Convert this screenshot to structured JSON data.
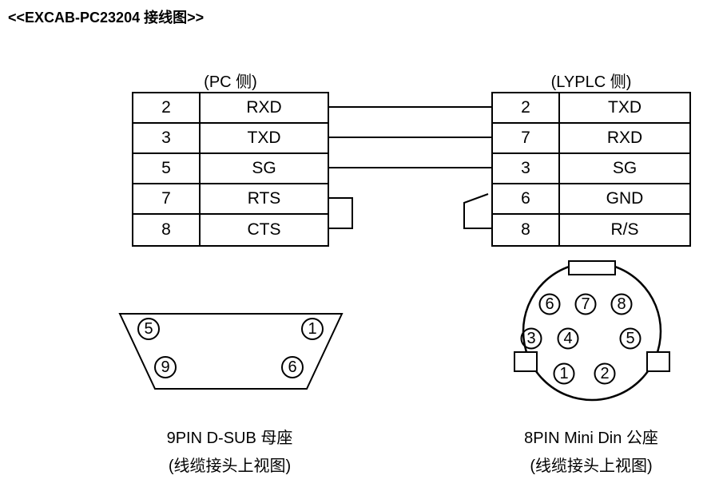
{
  "page": {
    "title": "<<EXCAB-PC23204 接线图>>"
  },
  "pc_side": {
    "header": "(PC 侧)",
    "rows": [
      {
        "pin": "2",
        "signal": "RXD"
      },
      {
        "pin": "3",
        "signal": "TXD"
      },
      {
        "pin": "5",
        "signal": "SG"
      },
      {
        "pin": "7",
        "signal": "RTS"
      },
      {
        "pin": "8",
        "signal": "CTS"
      }
    ]
  },
  "plc_side": {
    "header": "(LYPLC 侧)",
    "rows": [
      {
        "pin": "2",
        "signal": "TXD"
      },
      {
        "pin": "7",
        "signal": "RXD"
      },
      {
        "pin": "3",
        "signal": "SG"
      },
      {
        "pin": "6",
        "signal": "GND"
      },
      {
        "pin": "8",
        "signal": "R/S"
      }
    ]
  },
  "connections": {
    "straight": [
      "RXD-TXD",
      "TXD-RXD",
      "SG-SG"
    ],
    "pc_jumper": "RTS-CTS",
    "plc_jumper": "GND-R/S"
  },
  "dsub": {
    "pins": [
      "5",
      "1",
      "9",
      "6"
    ],
    "caption_line1": "9PIN D-SUB 母座",
    "caption_line2": "(线缆接头上视图)"
  },
  "minidin": {
    "pins_row1": [
      "6",
      "7",
      "8"
    ],
    "pins_row2": [
      "3",
      "4",
      "5"
    ],
    "pins_row3": [
      "1",
      "2"
    ],
    "caption_line1": "8PIN Mini Din 公座",
    "caption_line2": "(线缆接头上视图)"
  },
  "colors": {
    "line": "#000000",
    "background": "#ffffff"
  }
}
